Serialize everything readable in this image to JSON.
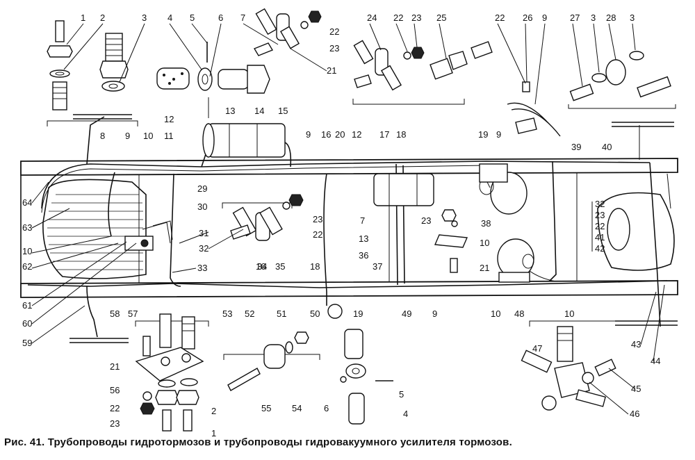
{
  "caption": "Рис. 41. Трубопроводы гидротормозов и трубопроводы гидровакуумного усилителя тормозов.",
  "labels": {
    "l1a": "1",
    "l2a": "2",
    "l3a": "3",
    "l4a": "4",
    "l5a": "5",
    "l6a": "6",
    "l7a": "7",
    "l22a": "22",
    "l23a": "23",
    "l24": "24",
    "l22b": "22",
    "l23b": "23",
    "l25": "25",
    "l22c": "22",
    "l26": "26",
    "l9a": "9",
    "l27": "27",
    "l3b": "3",
    "l28": "28",
    "l3c": "3",
    "l21a": "21",
    "l12a": "12",
    "l13a": "13",
    "l14": "14",
    "l15": "15",
    "l11": "11",
    "l8": "8",
    "l9b": "9",
    "l10a": "10",
    "l9c": "9",
    "l16a": "16",
    "l20": "20",
    "l12b": "12",
    "l17": "17",
    "l18a": "18",
    "l19a": "19",
    "l9d": "9",
    "l39": "39",
    "l40": "40",
    "l64": "64",
    "l29": "29",
    "l30": "30",
    "l63": "63",
    "l23c": "23",
    "l22d": "22",
    "l7b": "7",
    "l23d": "23",
    "l38": "38",
    "l10b": "10",
    "l32a": "32",
    "l23e": "23",
    "l22e": "22",
    "l41": "41",
    "l42": "42",
    "l31": "31",
    "l32b": "32",
    "l16b": "16",
    "l13b": "13",
    "l36": "36",
    "l21b": "21",
    "l10c": "10",
    "l62": "62",
    "l33": "33",
    "l34": "34",
    "l35": "35",
    "l18b": "18",
    "l37": "37",
    "l61": "61",
    "l60": "60",
    "l58": "58",
    "l57": "57",
    "l53": "53",
    "l52": "52",
    "l51": "51",
    "l50": "50",
    "l19b": "19",
    "l49": "49",
    "l9e": "9",
    "l10d": "10",
    "l48": "48",
    "l10e": "10",
    "l59": "59",
    "l43": "43",
    "l44": "44",
    "l21c": "21",
    "l56": "56",
    "l22f": "22",
    "l23f": "23",
    "l2b": "2",
    "l1b": "1",
    "l55": "55",
    "l54": "54",
    "l6b": "6",
    "l5b": "5",
    "l4b": "4",
    "l47": "47",
    "l45": "45",
    "l46": "46"
  }
}
